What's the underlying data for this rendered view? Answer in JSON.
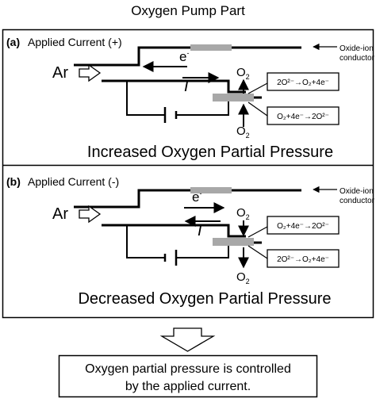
{
  "title": "Oxygen Pump Part",
  "panel_a": {
    "label": "(a)",
    "heading": "Applied Current (+)",
    "inlet": "Ar",
    "electron": "e",
    "electron_sup": "-",
    "current": "I",
    "conductor_line1": "Oxide-ion",
    "conductor_line2": "conductor",
    "oxygen": "O",
    "oxygen_sub": "2",
    "reaction_top": "2O²⁻→O₂+4e⁻",
    "reaction_bottom": "O₂+4e⁻→2O²⁻",
    "caption": "Increased Oxygen Partial Pressure"
  },
  "panel_b": {
    "label": "(b)",
    "heading": "Applied Current (-)",
    "inlet": "Ar",
    "electron": "e",
    "electron_sup": "-",
    "current": "I",
    "conductor_line1": "Oxide-ion",
    "conductor_line2": "conductor",
    "oxygen": "O",
    "oxygen_sub": "2",
    "reaction_top": "O₂+4e⁻→2O²⁻",
    "reaction_bottom": "2O²⁻→O₂+4e⁻",
    "caption": "Decreased Oxygen Partial Pressure"
  },
  "conclusion": {
    "line1": "Oxygen partial pressure is controlled",
    "line2": "by the applied current."
  }
}
